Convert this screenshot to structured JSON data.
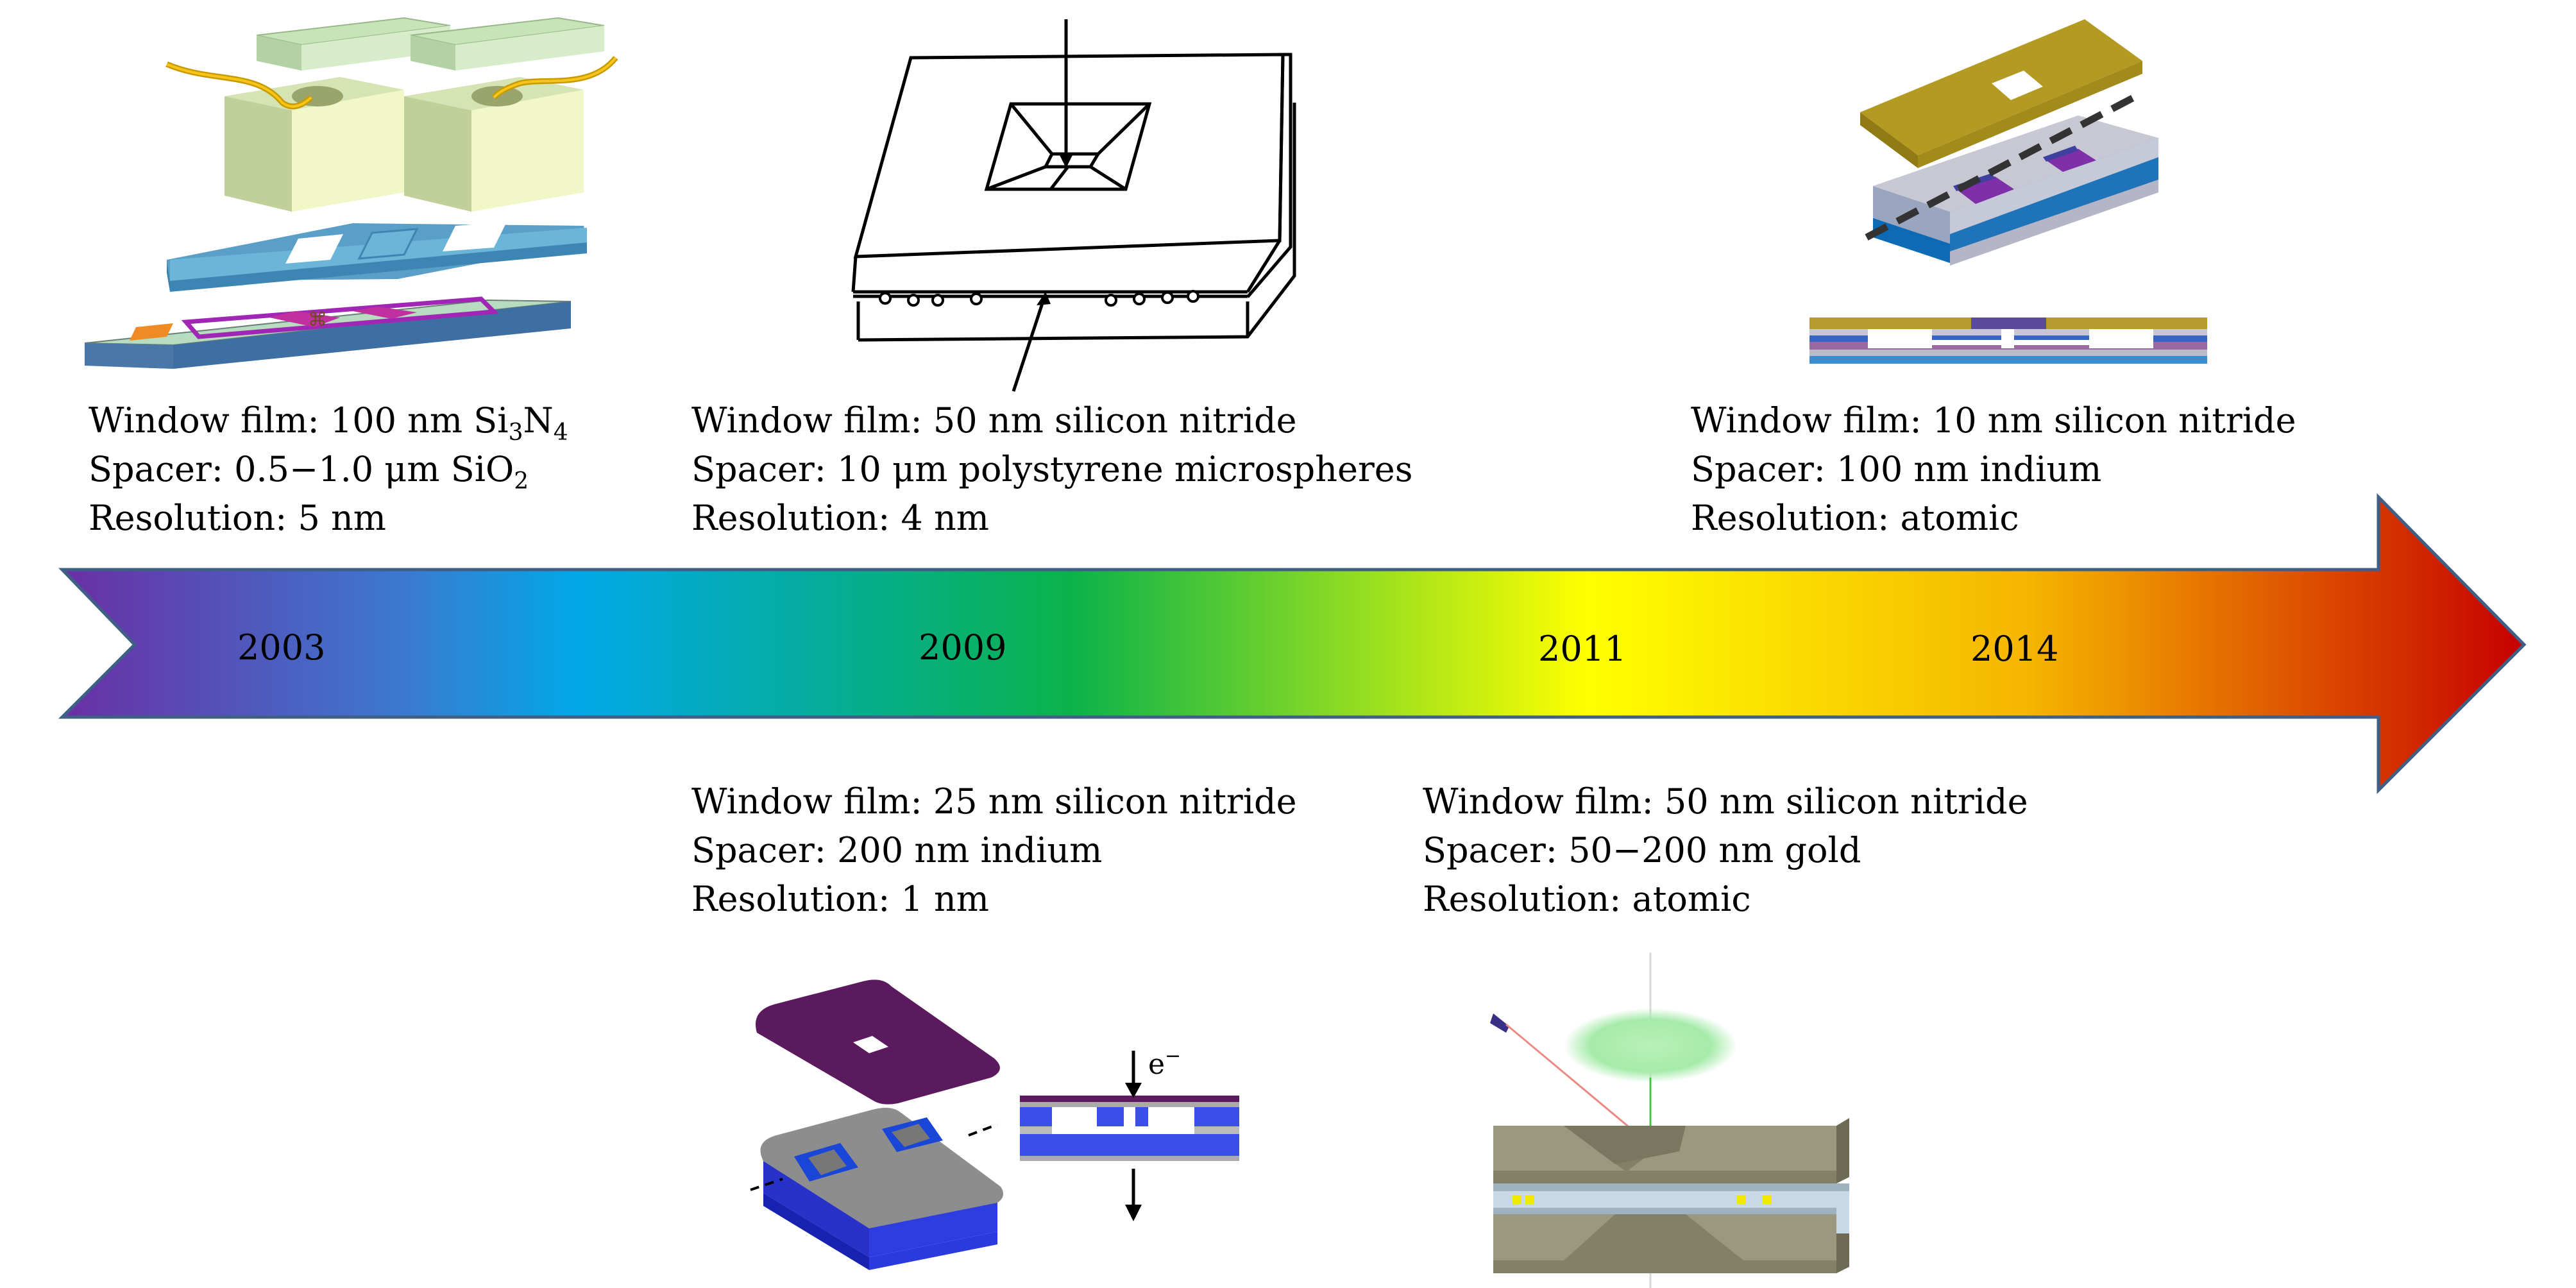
{
  "timeline": {
    "years": [
      "2003",
      "2009",
      "2011",
      "2014"
    ],
    "arrow_colors": [
      "#6a2fa4",
      "#00a8e8",
      "#0bb24a",
      "#ffff00",
      "#f39c00",
      "#c50000"
    ]
  },
  "entries": {
    "e2003": {
      "window_prefix": "Window film: 100 nm Si",
      "window_sub1": "3",
      "window_mid": "N",
      "window_sub2": "4",
      "spacer_prefix": "Spacer: 0.5−1.0 μm SiO",
      "spacer_sub": "2",
      "resolution": "Resolution: 5 nm"
    },
    "e2009a": {
      "window": "Window film: 50 nm silicon nitride",
      "spacer": "Spacer: 10 μm polystyrene microspheres",
      "resolution": "Resolution: 4 nm"
    },
    "e2014": {
      "window": "Window film: 10 nm silicon nitride",
      "spacer": "Spacer: 100 nm indium",
      "resolution": "Resolution: atomic"
    },
    "e2009b": {
      "window": "Window film: 25 nm silicon nitride",
      "spacer": "Spacer: 200 nm indium",
      "resolution": "Resolution: 1 nm"
    },
    "e2011": {
      "window": "Window film: 50 nm silicon nitride",
      "spacer": "Spacer: 50−200 nm gold",
      "resolution": "Resolution: atomic"
    }
  },
  "figure_labels": {
    "electron": "e",
    "electron_sup": "−"
  }
}
